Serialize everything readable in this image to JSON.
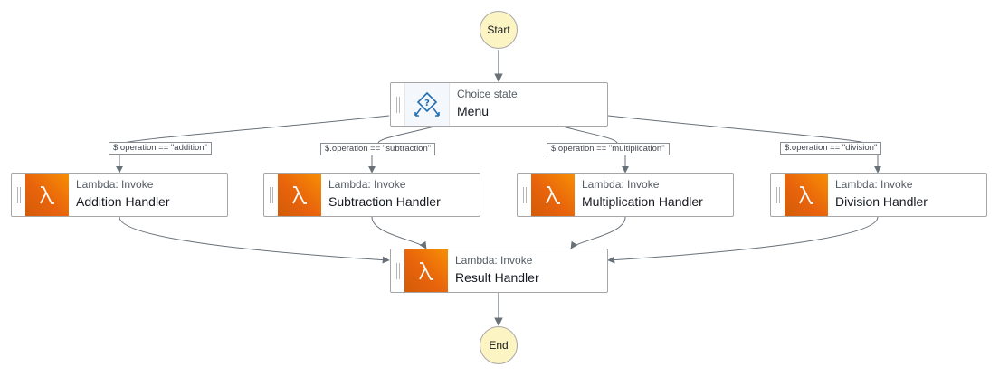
{
  "start": {
    "label": "Start"
  },
  "end": {
    "label": "End"
  },
  "menu": {
    "kind": "Choice state",
    "name": "Menu",
    "icon": "choice-state-icon"
  },
  "branches": [
    {
      "condition": "$.operation == \"addition\"",
      "kind": "Lambda: Invoke",
      "name": "Addition Handler",
      "icon": "lambda-icon"
    },
    {
      "condition": "$.operation == \"subtraction\"",
      "kind": "Lambda: Invoke",
      "name": "Subtraction Handler",
      "icon": "lambda-icon"
    },
    {
      "condition": "$.operation == \"multiplication\"",
      "kind": "Lambda: Invoke",
      "name": "Multiplication Handler",
      "icon": "lambda-icon"
    },
    {
      "condition": "$.operation == \"division\"",
      "kind": "Lambda: Invoke",
      "name": "Division Handler",
      "icon": "lambda-icon"
    }
  ],
  "result": {
    "kind": "Lambda: Invoke",
    "name": "Result Handler",
    "icon": "lambda-icon"
  },
  "colors": {
    "terminal_fill": "#fdf4c3",
    "lambda_orange": "#e8640c",
    "edge": "#687078",
    "node_border": "#a6a6a6"
  }
}
